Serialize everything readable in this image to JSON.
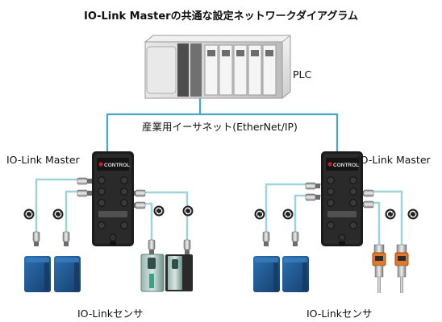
{
  "title": "IO-Link Masterの共通な設定ネットワークダイアグラム",
  "plc_label": "PLC",
  "network_label": "産業用イーサネット(EtherNet/IP)",
  "left": {
    "master_label": "IO-Link Master",
    "sensor_label": "IO-Linkセンサ",
    "brand": "CONTROL"
  },
  "right": {
    "master_label": "IO-Link Master",
    "sensor_label": "IO-Linkセンサ",
    "brand": "CONTROL"
  },
  "colors": {
    "cable": "#9fd3dc",
    "network": "#4aa3c8",
    "sensor_blue": "#1f5a96",
    "master_body": "#1c1c1c",
    "brand_red": "#c41e1e"
  }
}
